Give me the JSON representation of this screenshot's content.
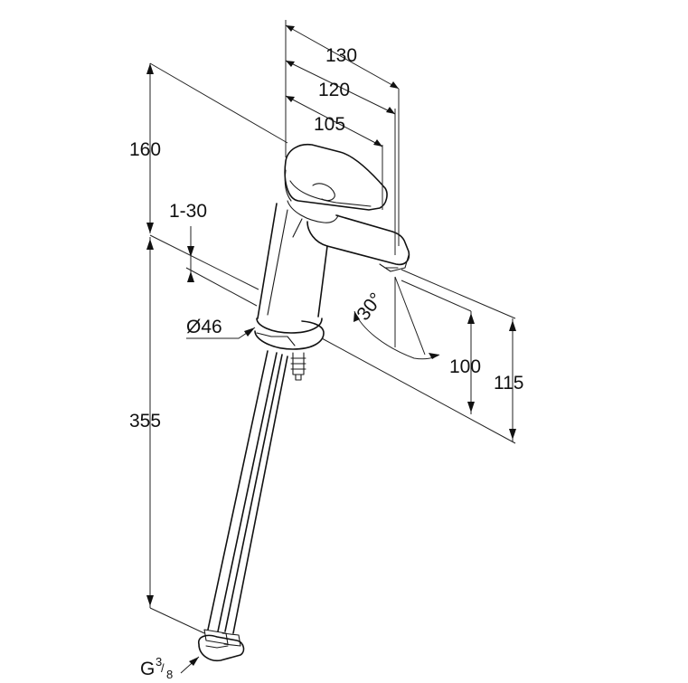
{
  "dimensions": {
    "width_130": "130",
    "width_120": "120",
    "width_105": "105",
    "height_160": "160",
    "adjust_1_30": "1-30",
    "diameter_46": "Ø46",
    "angle_30": "30°",
    "height_355": "355",
    "height_100": "100",
    "height_115": "115",
    "thread_main": "G",
    "thread_num": "3",
    "thread_den": "8"
  }
}
